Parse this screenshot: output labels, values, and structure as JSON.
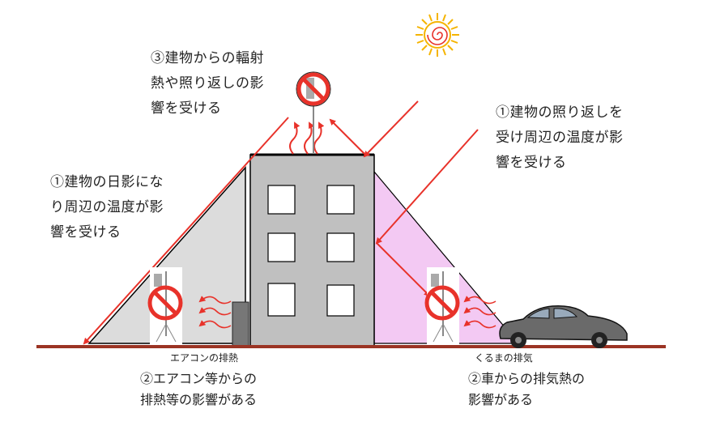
{
  "labels": {
    "radiation": [
      "③建物からの輻射",
      "熱や照り返しの影",
      "響を受ける"
    ],
    "reflection": [
      "①建物の照り返しを",
      "受け周辺の温度が影",
      "響を受ける"
    ],
    "shadow": [
      "①建物の日影にな",
      "り周辺の温度が影",
      "響を受ける"
    ],
    "ac_caption": "エアコンの排熱",
    "ac_effect": [
      "②エアコン等からの",
      "排熱等の影響がある"
    ],
    "car_caption": "くるまの排気",
    "car_effect": [
      "②車からの排気熱の",
      "影響がある"
    ]
  },
  "colors": {
    "ground": "#9b3424",
    "arrow": "#e8322a",
    "building": "#c0c0c0",
    "shadow": "#dcdcdc",
    "reflection_zone": "#f3c9f3",
    "sun": "#f5b400"
  }
}
